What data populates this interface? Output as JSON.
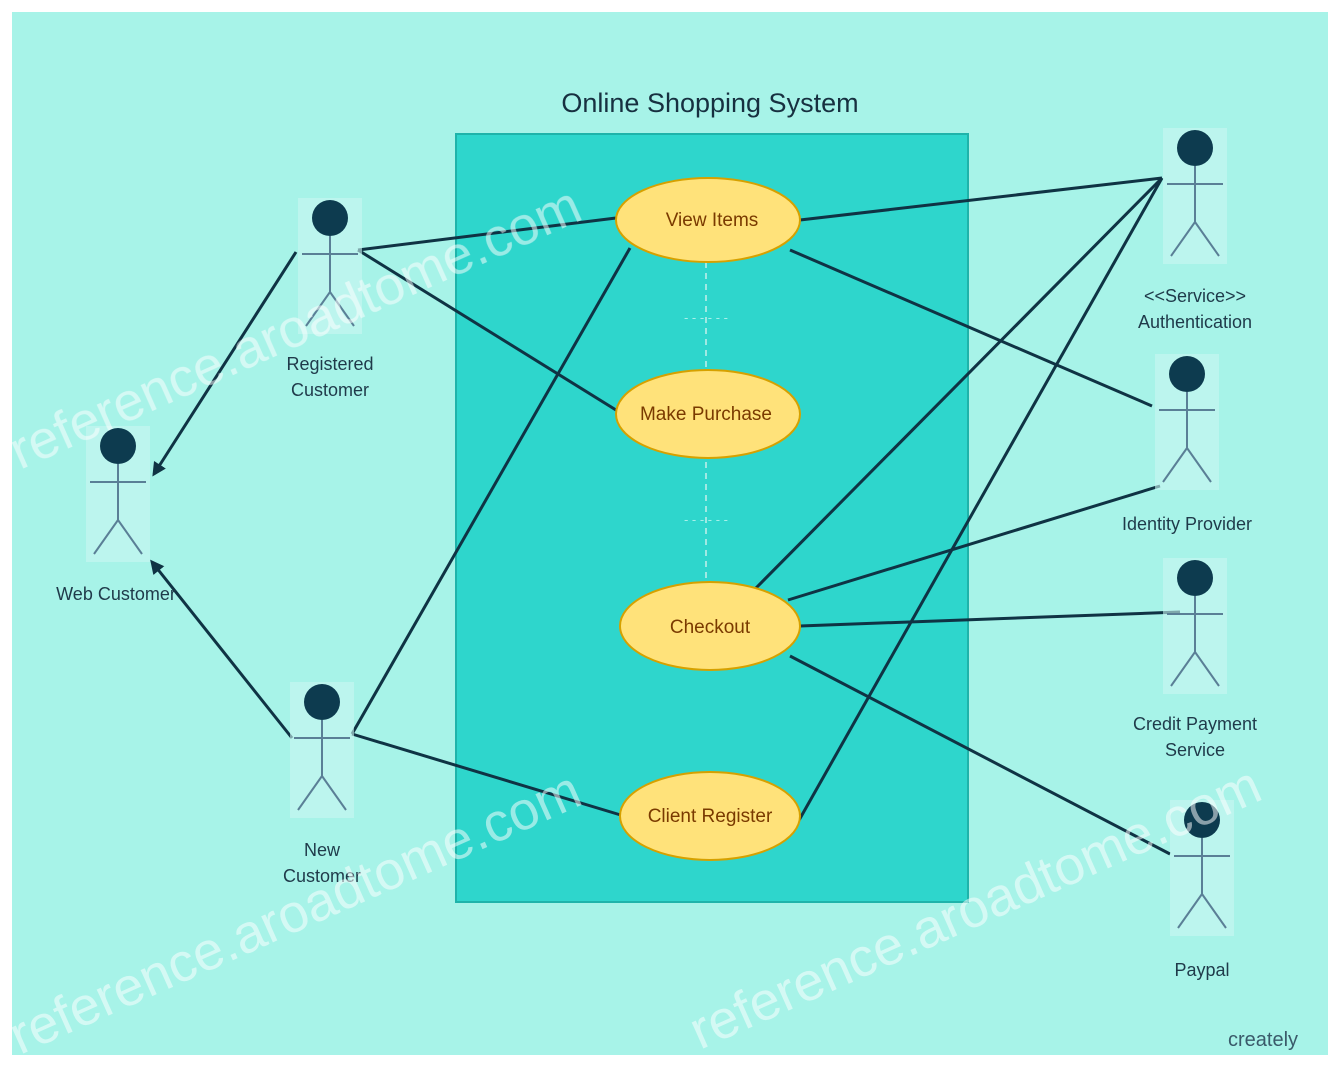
{
  "diagram": {
    "title": "Online Shopping System",
    "use_cases": {
      "view_items": "View Items",
      "make_purchase": "Make Purchase",
      "checkout": "Checkout",
      "client_register": "Client Register"
    },
    "actors": {
      "registered_customer": [
        "Registered",
        "Customer"
      ],
      "web_customer": [
        "Web Customer"
      ],
      "new_customer": [
        "New",
        "Customer"
      ],
      "authentication": [
        "<<Service>>",
        "Authentication"
      ],
      "identity_provider": [
        "Identity Provider"
      ],
      "credit_payment": [
        "Credit Payment",
        "Service"
      ],
      "paypal": [
        "Paypal"
      ]
    },
    "watermarks": [
      "reference.aroadtome.com",
      "reference.aroadtome.com",
      "reference.aroadtome.com"
    ],
    "brand": "creately"
  },
  "colors": {
    "background": "#a7f3e8",
    "system_box": "#2ed6cc",
    "use_case_fill": "#ffe27a",
    "use_case_stroke": "#d6a100",
    "actor_head": "#0d3b4f",
    "line": "#0f3344"
  }
}
